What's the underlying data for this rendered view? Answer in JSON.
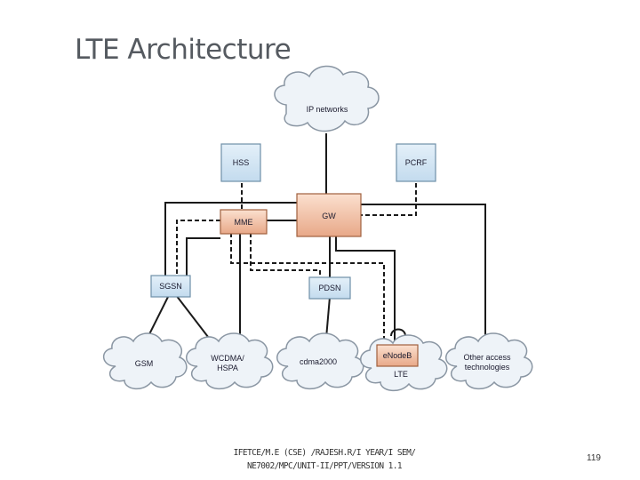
{
  "slide": {
    "title": "LTE Architecture",
    "footer_line1": "IFETCE/M.E (CSE) /RAJESH.R/I YEAR/I SEM/",
    "footer_line2": "NE7002/MPC/UNIT-II/PPT/VERSION 1.1",
    "page_number": "119"
  },
  "diagram": {
    "clouds": {
      "ip_networks": "IP networks",
      "gsm": "GSM",
      "wcdma_line1": "WCDMA/",
      "wcdma_line2": "HSPA",
      "cdma2000": "cdma2000",
      "lte": "LTE",
      "other_line1": "Other access",
      "other_line2": "technologies"
    },
    "nodes": {
      "hss": "HSS",
      "pcrf": "PCRF",
      "mme": "MME",
      "gw": "GW",
      "sgsn": "SGSN",
      "pdsn": "PDSN",
      "enodeb": "eNodeB"
    },
    "colors": {
      "blue_box": "#cfe3f2",
      "blue_border": "#6f8fa8",
      "orange_box": "#f2c4a8",
      "orange_border": "#a0603e",
      "cloud_fill": "#eef3f8",
      "cloud_stroke": "#8a96a3",
      "line": "#1a1a1a"
    }
  }
}
